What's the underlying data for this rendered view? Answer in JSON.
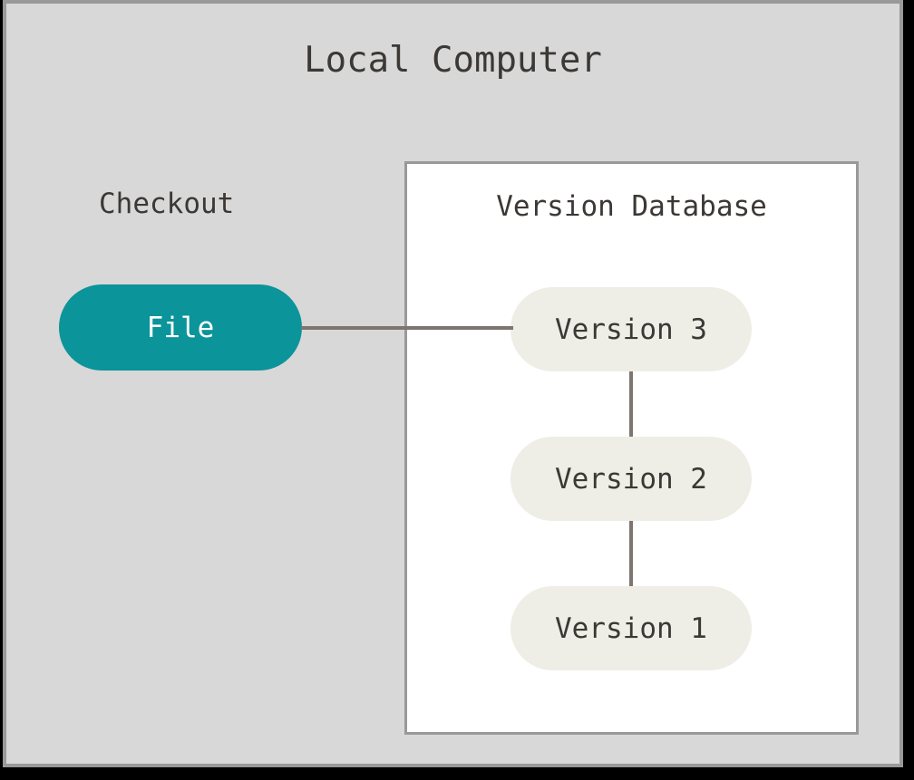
{
  "diagram": {
    "title": "Local Computer",
    "colors": {
      "canvas_matte": "#000000",
      "panel_fill": "#d8d8d8",
      "panel_border": "#999999",
      "subgraph_fill": "#ffffff",
      "subgraph_border": "#999999",
      "highlight_node_fill": "#0b9499",
      "highlight_node_text": "#ffffff",
      "node_fill": "#eeeee6",
      "node_text": "#3b3835",
      "edge_stroke": "#7d7570",
      "title_text": "#3b3835"
    },
    "checkout": {
      "label": "Checkout",
      "node": {
        "label": "File",
        "shape": "stadium",
        "state": "checked-out"
      }
    },
    "version_database": {
      "title": "Version Database",
      "nodes": [
        {
          "id": "v3",
          "label": "Version 3",
          "shape": "stadium"
        },
        {
          "id": "v2",
          "label": "Version 2",
          "shape": "stadium"
        },
        {
          "id": "v1",
          "label": "Version 1",
          "shape": "stadium"
        }
      ]
    },
    "edges": [
      {
        "from": "File",
        "to": "Version 3",
        "orientation": "horizontal"
      },
      {
        "from": "Version 3",
        "to": "Version 2",
        "orientation": "vertical"
      },
      {
        "from": "Version 2",
        "to": "Version 1",
        "orientation": "vertical"
      }
    ]
  }
}
